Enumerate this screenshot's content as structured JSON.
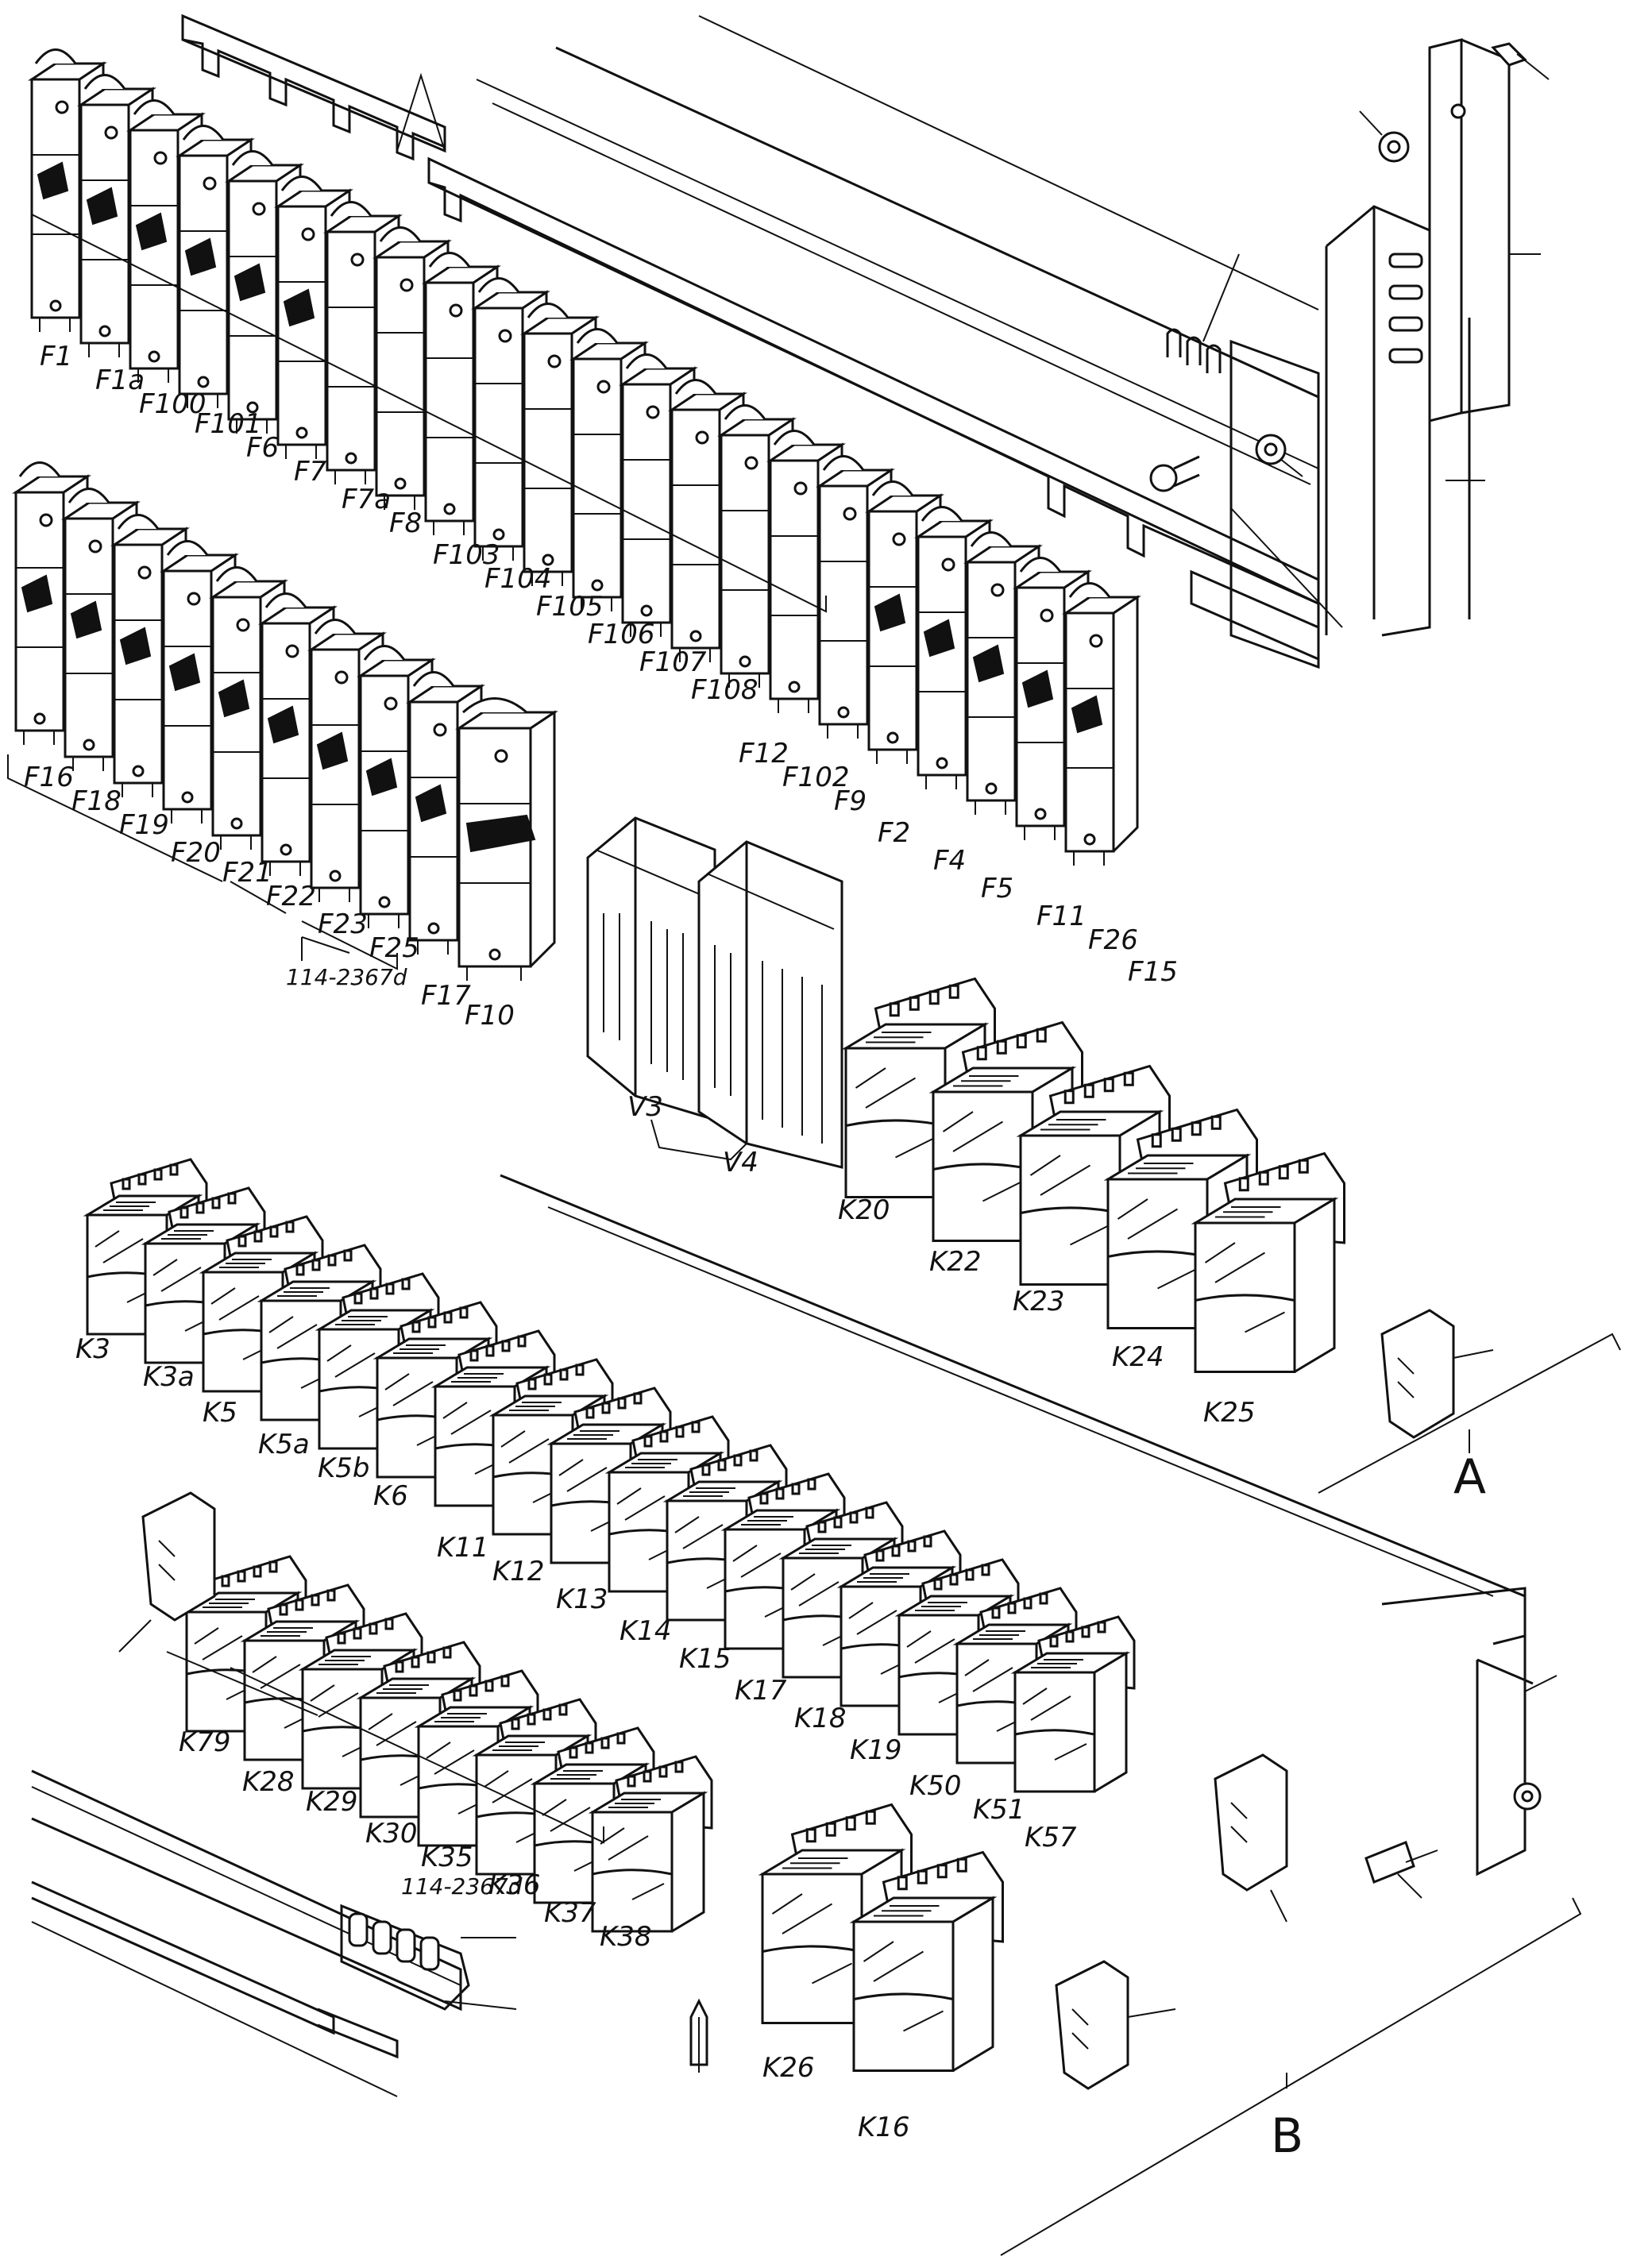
{
  "fuse_row_1": [
    "F1",
    "F1a",
    "F100",
    "F101",
    "F6",
    "F7",
    "F7a",
    "F8",
    "F103",
    "F104",
    "F105",
    "F106",
    "F107",
    "F108"
  ],
  "fuse_row_2": [
    "F16",
    "F18",
    "F19",
    "F20",
    "F21",
    "F22",
    "F23",
    "F25",
    "F17",
    "F10"
  ],
  "fuse_row_3": [
    "F12",
    "F102",
    "F9",
    "F2",
    "F4",
    "F5",
    "F11",
    "F26",
    "F15"
  ],
  "part_numbers": {
    "fuse_group": "114-2367d",
    "relay_group": "114-2367d"
  },
  "modules": {
    "v3": "V3",
    "v4": "V4"
  },
  "relay_group_a_labels": [
    "K20",
    "K22",
    "K23",
    "K24",
    "K25"
  ],
  "relay_row_main": [
    "K3",
    "K3a",
    "K5",
    "K5a",
    "K5b",
    "K6",
    "K11",
    "K12",
    "K13",
    "K14",
    "K15",
    "K17",
    "K18",
    "K19",
    "K50",
    "K51",
    "K57"
  ],
  "relay_row_lower": [
    "K79",
    "K28",
    "K29",
    "K30",
    "K35",
    "K36",
    "K37",
    "K38"
  ],
  "relay_pair": [
    "K26",
    "K16"
  ],
  "section_markers": {
    "a": "A",
    "b": "B"
  },
  "colors": {
    "ink": "#111111",
    "paper": "#ffffff"
  }
}
